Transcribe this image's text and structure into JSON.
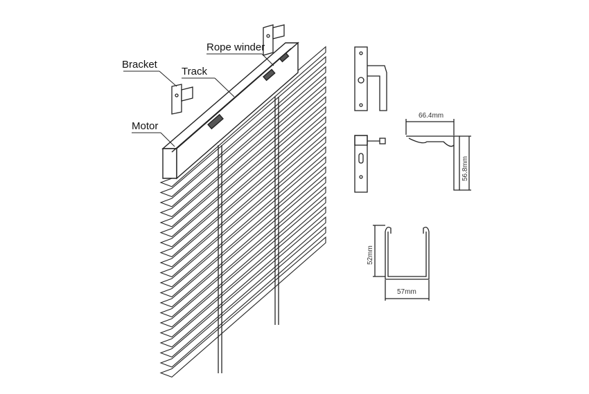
{
  "labels": {
    "bracket": "Bracket",
    "track": "Track",
    "rope_winder": "Rope winder",
    "motor": "Motor"
  },
  "dimensions": {
    "bracket_width": "66.4mm",
    "bracket_height": "56.8mm",
    "track_height": "52mm",
    "track_width": "57mm"
  },
  "slat_count": 20
}
